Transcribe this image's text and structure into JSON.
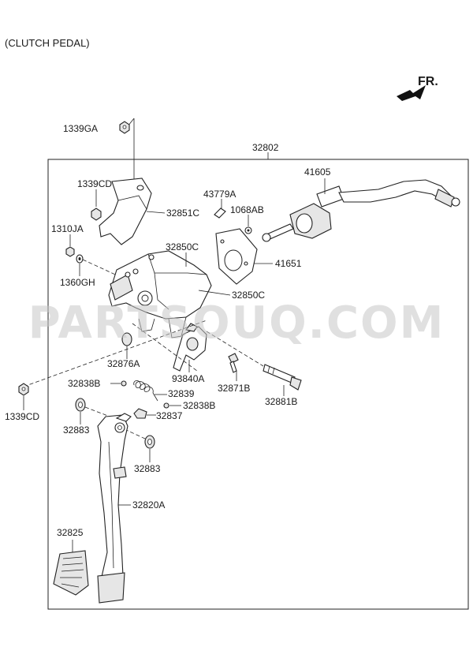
{
  "title": "(CLUTCH PEDAL)",
  "direction_label": "FR.",
  "watermark": "PARTSOUQ.COM",
  "parts": {
    "p1339GA": "1339GA",
    "p32802": "32802",
    "p1339CD_top": "1339CD",
    "p32851C": "32851C",
    "p43779A": "43779A",
    "p1068AB": "1068AB",
    "p41605": "41605",
    "p1310JA": "1310JA",
    "p32850C_top": "32850C",
    "p41651": "41651",
    "p1360GH": "1360GH",
    "p32850C_right": "32850C",
    "p32876A": "32876A",
    "p93840A": "93840A",
    "p32871B": "32871B",
    "p32881B": "32881B",
    "p32838B_left": "32838B",
    "p32839": "32839",
    "p32838B_right": "32838B",
    "p32837": "32837",
    "p1339CD_left": "1339CD",
    "p32883_left": "32883",
    "p32883_right": "32883",
    "p32820A": "32820A",
    "p32825": "32825"
  }
}
